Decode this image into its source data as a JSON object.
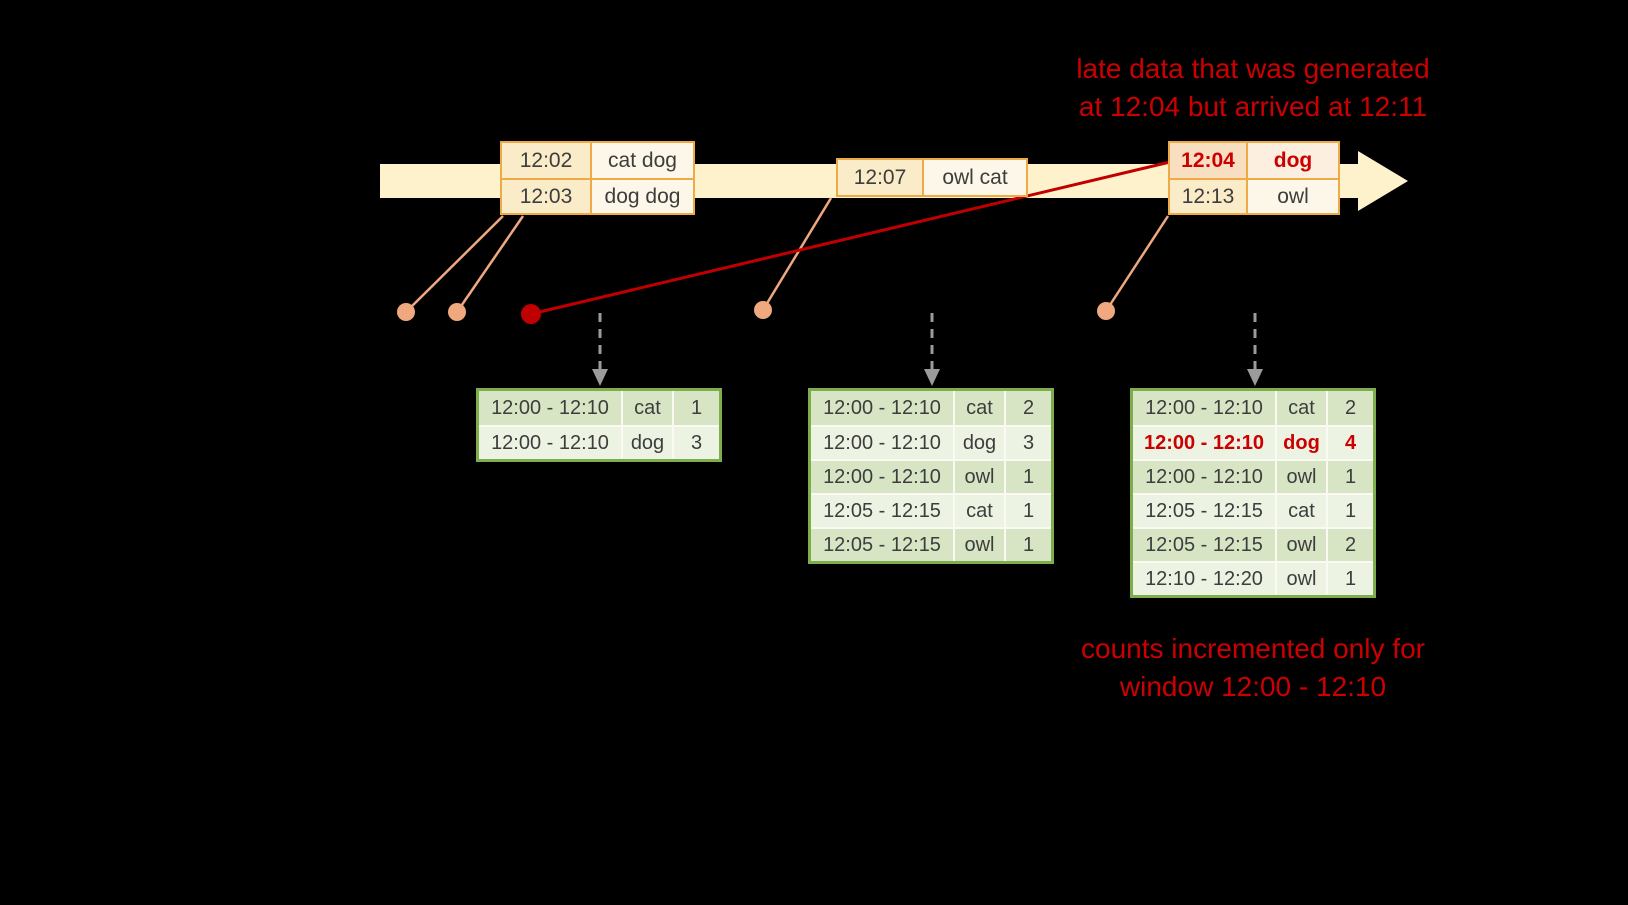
{
  "colors": {
    "background": "#000000",
    "timeline_fill": "#fdf2cb",
    "event_box_border": "#eeaa44",
    "event_time_bg": "#faecc8",
    "event_word_bg": "#fdf7e9",
    "late_red": "#cc0000",
    "dot_salmon": "#f0a87f",
    "table_border_green": "#7ead4e",
    "table_row_dark": "#d8e5c5",
    "table_row_light": "#edf3e3",
    "trigger_arrow_gray": "#9b9b9b",
    "text_dark": "#3d3d3d"
  },
  "annotations": {
    "late_note": {
      "line1": "late data that was generated",
      "line2": "at 12:04 but arrived at 12:11"
    },
    "counts_note": {
      "line1": "counts incremented only for",
      "line2": "window 12:00 - 12:10"
    }
  },
  "timeline": {
    "events": [
      {
        "rows": [
          {
            "time": "12:02",
            "words": "cat dog"
          },
          {
            "time": "12:03",
            "words": "dog dog"
          }
        ]
      },
      {
        "rows": [
          {
            "time": "12:07",
            "words": "owl cat"
          }
        ]
      },
      {
        "rows": [
          {
            "time": "12:04",
            "words": "dog",
            "late": true
          },
          {
            "time": "12:13",
            "words": "owl"
          }
        ]
      }
    ]
  },
  "result_tables": [
    {
      "rows": [
        {
          "window": "12:00 - 12:10",
          "word": "cat",
          "count": "1"
        },
        {
          "window": "12:00 - 12:10",
          "word": "dog",
          "count": "3"
        }
      ]
    },
    {
      "rows": [
        {
          "window": "12:00 - 12:10",
          "word": "cat",
          "count": "2"
        },
        {
          "window": "12:00 - 12:10",
          "word": "dog",
          "count": "3"
        },
        {
          "window": "12:00 - 12:10",
          "word": "owl",
          "count": "1"
        },
        {
          "window": "12:05 - 12:15",
          "word": "cat",
          "count": "1"
        },
        {
          "window": "12:05 - 12:15",
          "word": "owl",
          "count": "1"
        }
      ]
    },
    {
      "rows": [
        {
          "window": "12:00 - 12:10",
          "word": "cat",
          "count": "2"
        },
        {
          "window": "12:00 - 12:10",
          "word": "dog",
          "count": "4",
          "late": true
        },
        {
          "window": "12:00 - 12:10",
          "word": "owl",
          "count": "1"
        },
        {
          "window": "12:05 - 12:15",
          "word": "cat",
          "count": "1"
        },
        {
          "window": "12:05 - 12:15",
          "word": "owl",
          "count": "2"
        },
        {
          "window": "12:10 - 12:20",
          "word": "owl",
          "count": "1"
        }
      ]
    }
  ]
}
